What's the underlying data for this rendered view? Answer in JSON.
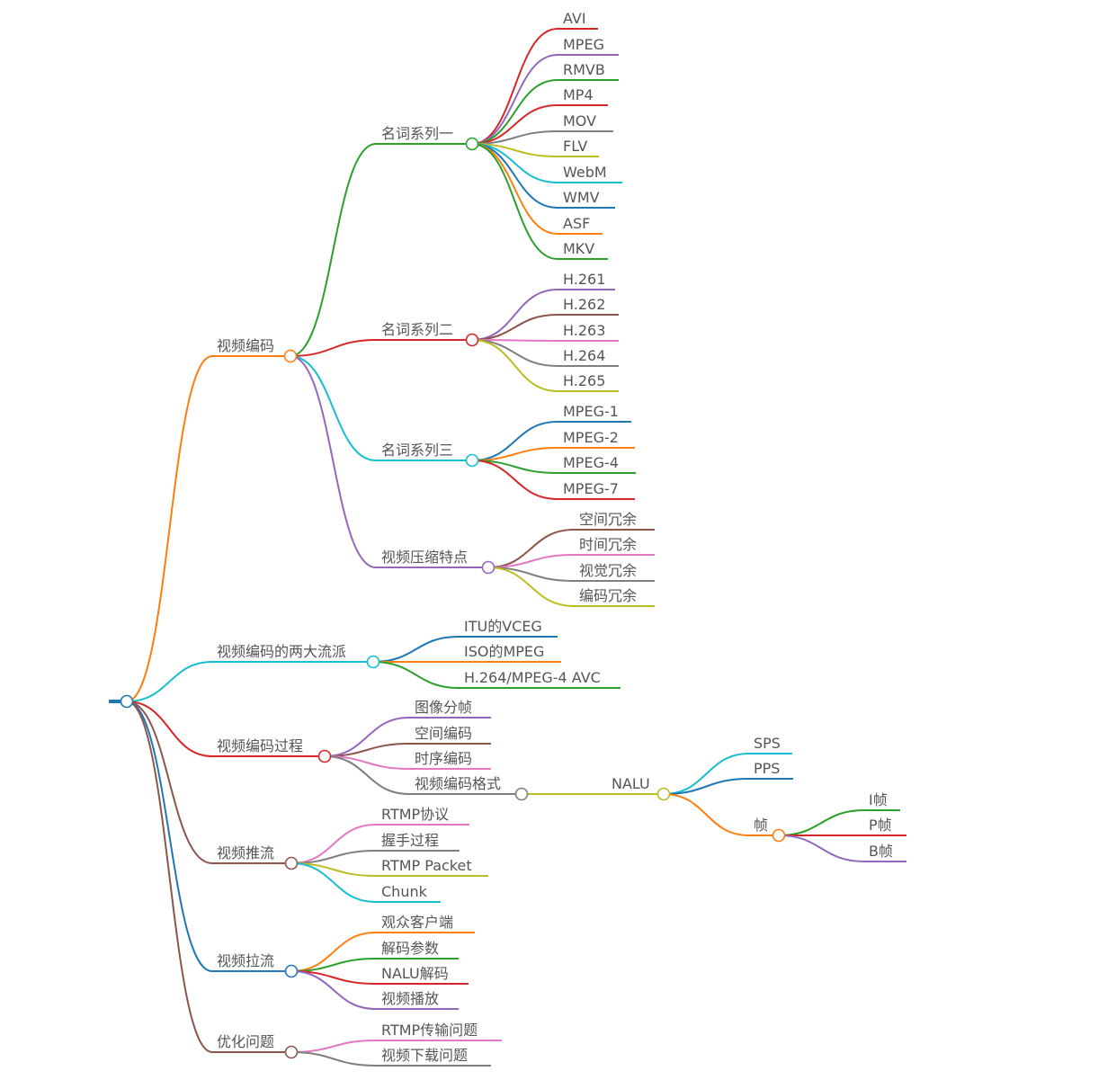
{
  "mindmap": {
    "root": {
      "label": "",
      "color": "#1f77b4",
      "children": [
        {
          "label": "视频编码",
          "color": "#ff7f0e",
          "children": [
            {
              "label": "名词系列一",
              "color": "#2ca02c",
              "children": [
                {
                  "label": "AVI",
                  "color": "#d62728"
                },
                {
                  "label": "MPEG",
                  "color": "#9467bd"
                },
                {
                  "label": "RMVB",
                  "color": "#2ca02c"
                },
                {
                  "label": "MP4",
                  "color": "#d62728"
                },
                {
                  "label": "MOV",
                  "color": "#7f7f7f"
                },
                {
                  "label": "FLV",
                  "color": "#bcbd22"
                },
                {
                  "label": "WebM",
                  "color": "#17becf"
                },
                {
                  "label": "WMV",
                  "color": "#1f77b4"
                },
                {
                  "label": "ASF",
                  "color": "#ff7f0e"
                },
                {
                  "label": "MKV",
                  "color": "#2ca02c"
                }
              ]
            },
            {
              "label": "名词系列二",
              "color": "#d62728",
              "children": [
                {
                  "label": "H.261",
                  "color": "#9467bd"
                },
                {
                  "label": "H.262",
                  "color": "#8c564b"
                },
                {
                  "label": "H.263",
                  "color": "#e377c2"
                },
                {
                  "label": "H.264",
                  "color": "#7f7f7f"
                },
                {
                  "label": "H.265",
                  "color": "#bcbd22"
                }
              ]
            },
            {
              "label": "名词系列三",
              "color": "#17becf",
              "children": [
                {
                  "label": "MPEG-1",
                  "color": "#1f77b4"
                },
                {
                  "label": "MPEG-2",
                  "color": "#ff7f0e"
                },
                {
                  "label": "MPEG-4",
                  "color": "#2ca02c"
                },
                {
                  "label": "MPEG-7",
                  "color": "#d62728"
                }
              ]
            },
            {
              "label": "视频压缩特点",
              "color": "#9467bd",
              "children": [
                {
                  "label": "空间冗余",
                  "color": "#8c564b"
                },
                {
                  "label": "时间冗余",
                  "color": "#e377c2"
                },
                {
                  "label": "视觉冗余",
                  "color": "#7f7f7f"
                },
                {
                  "label": "编码冗余",
                  "color": "#bcbd22"
                }
              ]
            }
          ]
        },
        {
          "label": "视频编码的两大流派",
          "color": "#17becf",
          "children": [
            {
              "label": "ITU的VCEG",
              "color": "#1f77b4"
            },
            {
              "label": "ISO的MPEG",
              "color": "#ff7f0e"
            },
            {
              "label": "H.264/MPEG-4 AVC",
              "color": "#2ca02c"
            }
          ]
        },
        {
          "label": "视频编码过程",
          "color": "#d62728",
          "children": [
            {
              "label": "图像分帧",
              "color": "#9467bd"
            },
            {
              "label": "空间编码",
              "color": "#8c564b"
            },
            {
              "label": "时序编码",
              "color": "#e377c2"
            },
            {
              "label": "视频编码格式",
              "color": "#7f7f7f",
              "children": [
                {
                  "label": "NALU",
                  "color": "#bcbd22",
                  "children": [
                    {
                      "label": "SPS",
                      "color": "#17becf"
                    },
                    {
                      "label": "PPS",
                      "color": "#1f77b4"
                    },
                    {
                      "label": "帧",
                      "color": "#ff7f0e",
                      "children": [
                        {
                          "label": "I帧",
                          "color": "#2ca02c"
                        },
                        {
                          "label": "P帧",
                          "color": "#d62728"
                        },
                        {
                          "label": "B帧",
                          "color": "#9467bd"
                        }
                      ]
                    }
                  ]
                }
              ]
            }
          ]
        },
        {
          "label": "视频推流",
          "color": "#8c564b",
          "children": [
            {
              "label": "RTMP协议",
              "color": "#e377c2"
            },
            {
              "label": "握手过程",
              "color": "#7f7f7f"
            },
            {
              "label": "RTMP Packet",
              "color": "#bcbd22"
            },
            {
              "label": "Chunk",
              "color": "#17becf"
            }
          ]
        },
        {
          "label": "视频拉流",
          "color": "#1f77b4",
          "children": [
            {
              "label": "观众客户端",
              "color": "#ff7f0e"
            },
            {
              "label": "解码参数",
              "color": "#2ca02c"
            },
            {
              "label": "NALU解码",
              "color": "#d62728"
            },
            {
              "label": "视频播放",
              "color": "#9467bd"
            }
          ]
        },
        {
          "label": "优化问题",
          "color": "#8c564b",
          "children": [
            {
              "label": "RTMP传输问题",
              "color": "#e377c2"
            },
            {
              "label": "视频下载问题",
              "color": "#7f7f7f"
            }
          ]
        }
      ]
    }
  }
}
